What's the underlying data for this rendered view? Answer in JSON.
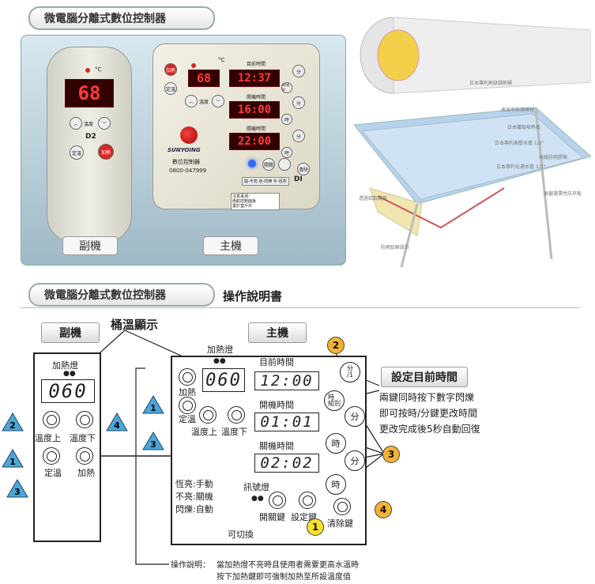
{
  "header": {
    "title": "微電腦分離式數位控制器"
  },
  "photo": {
    "remote": {
      "unit": "°C",
      "display": "68",
      "model": "D2",
      "btn_set": "定溫",
      "btn_heat": "加熱",
      "btn_temp": "溫度"
    },
    "main": {
      "unit": "°C",
      "temp": "68",
      "labels": {
        "current": "目前時間",
        "on": "開機時間",
        "off": "關機時間"
      },
      "current_time": "12:37",
      "on_time": "16:00",
      "off_time": "22:00",
      "btn_heat": "加熱",
      "btn_set": "定溫",
      "btn_min": "分",
      "btn_hour": "時",
      "btn_hour_group": "時/組別",
      "btn_clear": "清除",
      "btn_power": "開關",
      "btn_temp": "溫度",
      "brand": "SUNYOING",
      "product": "數位控制器",
      "phone": "0800-047999",
      "model": "DI",
      "strip": "開-不亮 自-閃爍 手-恆亮",
      "notice": "注意事項：\n南航控制面板\n置於室戶外"
    },
    "caption_remote": "副機",
    "caption_main": "主機",
    "heater_labels": [
      "日本專利高鈦儲熱桶",
      "高效率熱傳導材",
      "日本專利高壓水管 1/2\"",
      "日本鍍鈦吸熱板",
      "高級防雨膠條",
      "日本專利化選水管 1/2\"",
      "高鍍選擇性防夾板",
      "透過鋁製構架",
      "防雨鋁框設計"
    ]
  },
  "manual": {
    "title": "微電腦分離式數位控制器",
    "suffix": "操作說明書",
    "tag_remote": "副機",
    "tag_main": "主機",
    "callout_display": "桶溫顯示",
    "remote": {
      "heat_light": "加熱燈",
      "display": "060",
      "temp_up": "溫度上",
      "temp_down": "溫度下",
      "set_temp": "定溫",
      "heat": "加熱"
    },
    "main": {
      "heat_light": "加熱燈",
      "display": "060",
      "heat": "加熱",
      "set_temp": "定溫",
      "temp_up": "溫度上",
      "temp_down": "溫度下",
      "current_label": "目前時間",
      "current_time": "12:00",
      "on_label": "開機時間",
      "on_time": "01:01",
      "off_label": "關機時間",
      "off_time": "02:02",
      "btn_min_sub": "分\n/1",
      "btn_hour_group": "時\n組別",
      "btn_min": "分",
      "btn_hour": "時",
      "mode_lines": [
        "恆亮:手動",
        "不亮:關機",
        "閃爍:自動"
      ],
      "signal_light": "訊號燈",
      "power_key": "開關鍵",
      "set_key": "設定鍵",
      "clear_key": "清除鍵",
      "switchable": "可切換"
    },
    "set_time": {
      "title": "設定目前時間",
      "lines": [
        "兩鍵同時按下數字閃爍",
        "即可按時/分鍵更改時間",
        "更改完成後5秒自動回復"
      ]
    },
    "note": {
      "label": "操作說明：",
      "line1": "當加熱燈不亮時且使用者需要更高水溫時",
      "line2": "按下加熱鍵即可強制加熱至所設溫度值"
    },
    "markers": {
      "one": "1",
      "two": "2",
      "three": "3",
      "four": "4"
    }
  },
  "colors": {
    "led": "#ff3b3b",
    "marker_blue": "#4aa8d8",
    "marker_orange": "#f5b233",
    "marker_yellow": "#f7e02b"
  }
}
